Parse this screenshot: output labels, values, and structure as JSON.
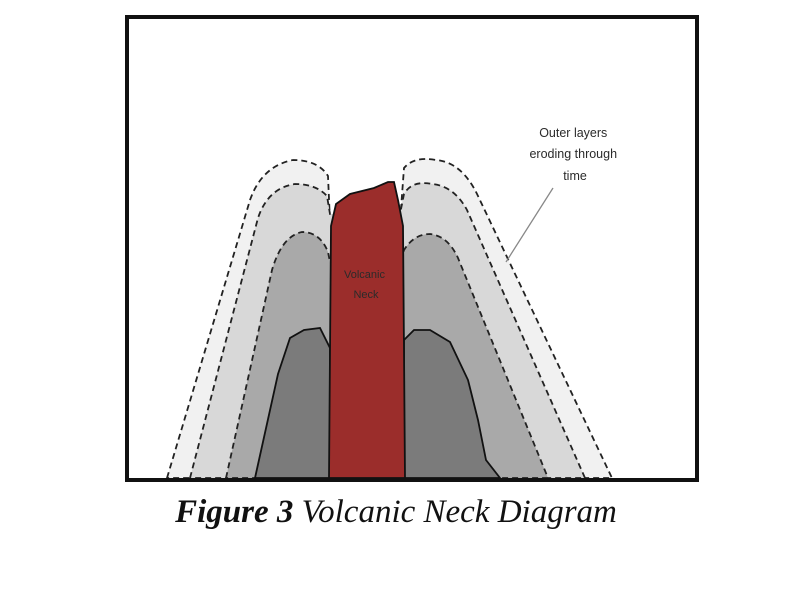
{
  "figure": {
    "number_label": "Figure 3",
    "title": "Volcanic Neck Diagram"
  },
  "labels": {
    "outer_layers": [
      "Outer layers",
      "eroding through",
      "time"
    ],
    "neck": [
      "Volcanic",
      "Neck"
    ]
  },
  "colors": {
    "frame": "#111111",
    "outer_layer": "#f1f1f1",
    "second_layer": "#d8d8d8",
    "third_layer": "#a9a9a9",
    "core_rock": "#7b7b7b",
    "volcanic_neck": "#9b2d2b",
    "dashed_outline": "#222222",
    "pointer_line": "#888888"
  }
}
